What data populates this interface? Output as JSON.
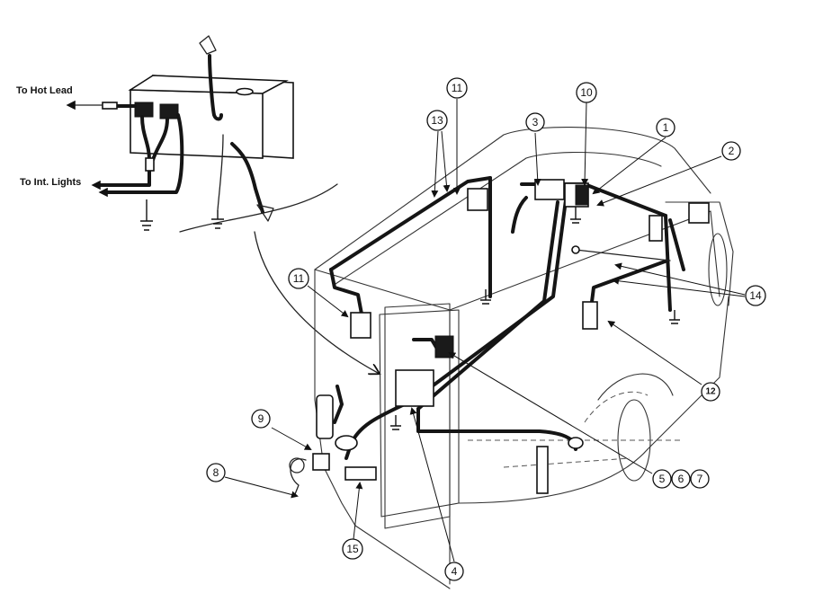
{
  "labels": {
    "hot_lead": "To Hot Lead",
    "int_lights": "To Int. Lights"
  },
  "callouts": [
    {
      "id": "c1",
      "text": "1"
    },
    {
      "id": "c2",
      "text": "2"
    },
    {
      "id": "c3",
      "text": "3"
    },
    {
      "id": "c4",
      "text": "4"
    },
    {
      "id": "c5",
      "text": "5"
    },
    {
      "id": "c6",
      "text": "6"
    },
    {
      "id": "c7",
      "text": "7"
    },
    {
      "id": "c8",
      "text": "8"
    },
    {
      "id": "c9",
      "text": "9"
    },
    {
      "id": "c10",
      "text": "10"
    },
    {
      "id": "c11a",
      "text": "11"
    },
    {
      "id": "c11b",
      "text": "11"
    },
    {
      "id": "c12",
      "text": "12"
    },
    {
      "id": "c13",
      "text": "13"
    },
    {
      "id": "c14",
      "text": "14"
    },
    {
      "id": "c15",
      "text": "15"
    }
  ]
}
